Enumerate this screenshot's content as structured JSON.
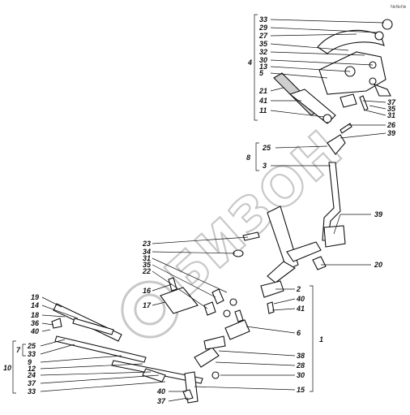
{
  "figure_code": "№№№",
  "watermark_text": "БИЗОН",
  "upper_bracket": {
    "group_label": "4",
    "items": [
      "33",
      "29",
      "27",
      "35",
      "32",
      "30",
      "13",
      "5"
    ]
  },
  "upper_extra": [
    "21",
    "41",
    "11"
  ],
  "right_upper": [
    "37",
    "35",
    "31",
    "26",
    "39"
  ],
  "group_8": {
    "group_label": "8",
    "items": [
      "25",
      "3"
    ]
  },
  "mid_right": [
    "39",
    "20"
  ],
  "center_cluster": [
    "23",
    "34",
    "31",
    "35",
    "22",
    "16",
    "17"
  ],
  "bracket_1": {
    "group_label": "1",
    "items": [
      "2",
      "40",
      "41",
      "6",
      "38",
      "28",
      "30",
      "15"
    ]
  },
  "left_top": [
    "19",
    "14",
    "18",
    "36",
    "40"
  ],
  "group_7": {
    "group_label": "7",
    "items": [
      "25",
      "33"
    ]
  },
  "group_10": {
    "group_label": "10",
    "items_after_7": [
      "9",
      "12",
      "24",
      "37",
      "33"
    ]
  },
  "bottom_left": [
    "40",
    "37"
  ]
}
